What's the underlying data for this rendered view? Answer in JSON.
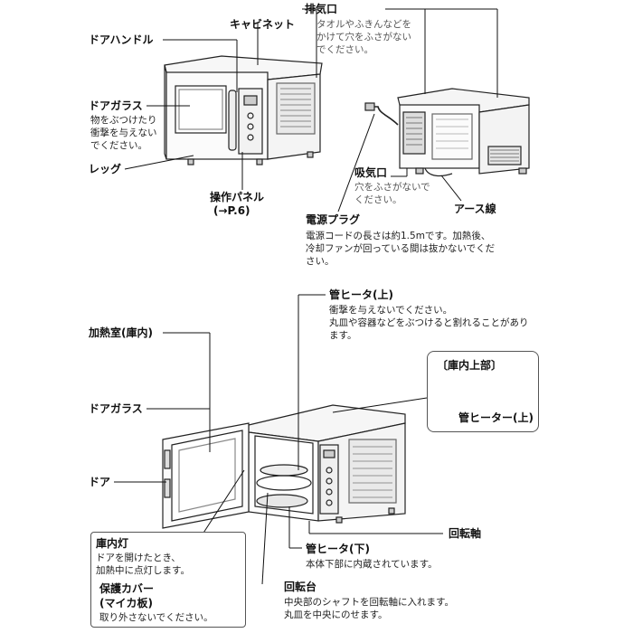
{
  "top": {
    "cabinet": "キャビネット",
    "door_handle": "ドアハンドル",
    "door_glass": "ドアガラス",
    "door_glass_note": [
      "物をぶつけたり",
      "衝撃を与えない",
      "でください。"
    ],
    "leg": "レッグ",
    "control_panel": "操作パネル",
    "control_panel_ref": "(→P.6)",
    "exhaust": "排気口",
    "exhaust_note": [
      "タオルやふきんなどを",
      "かけて穴をふさがない",
      "でください。"
    ],
    "intake": "吸気口",
    "intake_note": [
      "穴をふさがないで",
      "ください。"
    ],
    "earth_wire": "アース線",
    "power_plug": "電源プラグ",
    "power_plug_note": [
      "電源コードの長さは約1.5mです。加熱後、",
      "冷却ファンが回っている間は抜かないでくだ",
      "さい。"
    ]
  },
  "bottom": {
    "heater_top": "管ヒータ(上)",
    "heater_top_note": [
      "衝撃を与えないでください。",
      "丸皿や容器などをぶつけると割れることがあり",
      "ます。"
    ],
    "chamber": "加熱室(庫内)",
    "door_glass": "ドアガラス",
    "door": "ドア",
    "callout_title": "〔庫内上部〕",
    "callout_heater": "管ヒーター(上)",
    "lamp": "庫内灯",
    "lamp_note": [
      "ドアを開けたとき、",
      "加熱中に点灯します。"
    ],
    "cover": "保護カバー",
    "cover_sub": "(マイカ板)",
    "cover_note": "取り外さないでください。",
    "shaft": "回転軸",
    "heater_bottom": "管ヒータ(下)",
    "heater_bottom_note": "本体下部に内蔵されています。",
    "turntable": "回転台",
    "turntable_note": [
      "中央部のシャフトを回転軸に入れます。",
      "丸皿を中央にのせます。"
    ]
  }
}
